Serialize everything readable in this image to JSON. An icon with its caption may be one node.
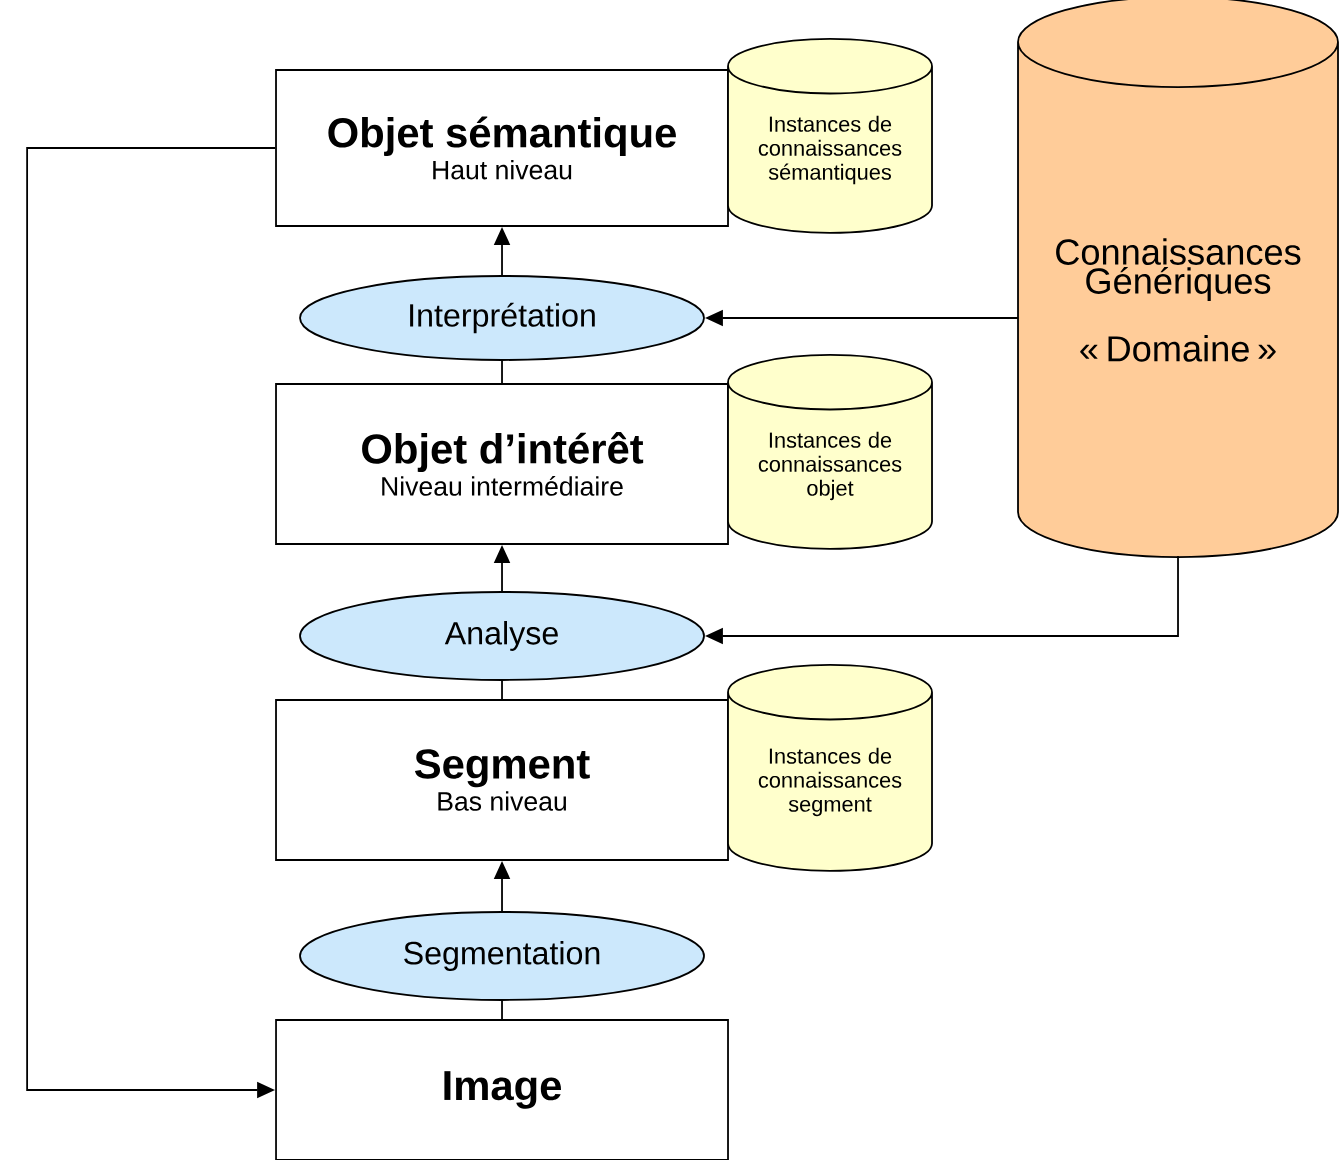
{
  "diagram": {
    "nodes": [
      {
        "text": [
          "Objet sémantique",
          "Haut niveau"
        ]
      },
      {
        "text": [
          "Instances de connaissances sémantiques"
        ]
      },
      {
        "text": [
          "Interprétation"
        ]
      },
      {
        "text": [
          "Objet d’intérêt",
          "Niveau intermédiaire"
        ]
      },
      {
        "text": [
          "Instances de connaissances objet"
        ]
      },
      {
        "text": [
          "Analyse"
        ]
      },
      {
        "text": [
          "Segment",
          "Bas niveau"
        ]
      },
      {
        "text": [
          "Instances de connaissances segment"
        ]
      },
      {
        "text": [
          "Segmentation"
        ]
      },
      {
        "text": [
          "Image"
        ]
      },
      {
        "text": [
          "Connaissances Génériques",
          "« Domaine »"
        ]
      }
    ],
    "edges": [
      {
        "from": 2,
        "to": 0,
        "arrow": "to"
      },
      {
        "from": 3,
        "to": 2,
        "arrow": "none"
      },
      {
        "from": 5,
        "to": 3,
        "arrow": "to"
      },
      {
        "from": 6,
        "to": 5,
        "arrow": "none"
      },
      {
        "from": 8,
        "to": 6,
        "arrow": "to"
      },
      {
        "from": 9,
        "to": 8,
        "arrow": "none"
      },
      {
        "from": 10,
        "to": 2,
        "arrow": "to"
      },
      {
        "from": 10,
        "to": 5,
        "arrow": "to"
      },
      {
        "from": 0,
        "to": 9,
        "arrow": "to"
      }
    ]
  }
}
